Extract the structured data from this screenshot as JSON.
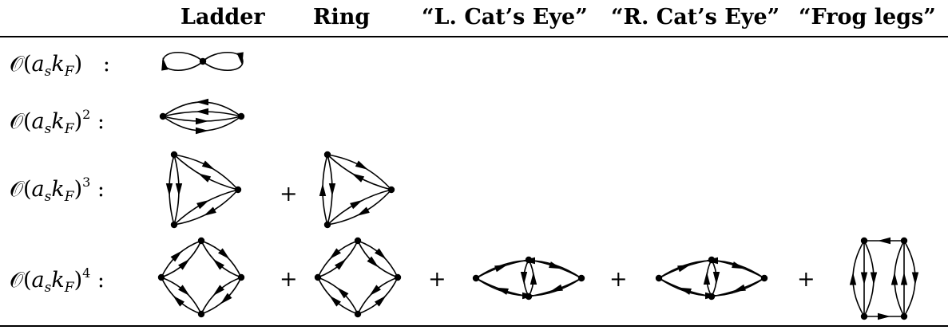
{
  "headers": [
    "Ladder",
    "Ring",
    "“L. Cat’s Eye”",
    "“R. Cat’s Eye”",
    "“Frog legs”"
  ],
  "rows": [
    {
      "prefix": "𝒪(",
      "a": "a",
      "asub": "s",
      "k": "k",
      "ksub": "F",
      "close": ")",
      "power": "",
      "sep": " :"
    },
    {
      "prefix": "𝒪(",
      "a": "a",
      "asub": "s",
      "k": "k",
      "ksub": "F",
      "close": ")",
      "power": "2",
      "sep": " :"
    },
    {
      "prefix": "𝒪(",
      "a": "a",
      "asub": "s",
      "k": "k",
      "ksub": "F",
      "close": ")",
      "power": "3",
      "sep": " :"
    },
    {
      "prefix": "𝒪(",
      "a": "a",
      "asub": "s",
      "k": "k",
      "ksub": "F",
      "close": ")",
      "power": "4",
      "sep": " :"
    }
  ],
  "plus_sign": "+",
  "diagrams": [
    {
      "row": 1,
      "column": "Ladder",
      "name": "first-order-figure-eight"
    },
    {
      "row": 2,
      "column": "Ladder",
      "name": "second-order-ladder"
    },
    {
      "row": 3,
      "column": "Ladder",
      "name": "third-order-ladder"
    },
    {
      "row": 3,
      "column": "Ring",
      "name": "third-order-ring"
    },
    {
      "row": 4,
      "column": "Ladder",
      "name": "fourth-order-ladder"
    },
    {
      "row": 4,
      "column": "Ring",
      "name": "fourth-order-ring"
    },
    {
      "row": 4,
      "column": "“L. Cat’s Eye”",
      "name": "fourth-order-left-cats-eye"
    },
    {
      "row": 4,
      "column": "“R. Cat’s Eye”",
      "name": "fourth-order-right-cats-eye"
    },
    {
      "row": 4,
      "column": "“Frog legs”",
      "name": "fourth-order-frog-legs"
    }
  ]
}
